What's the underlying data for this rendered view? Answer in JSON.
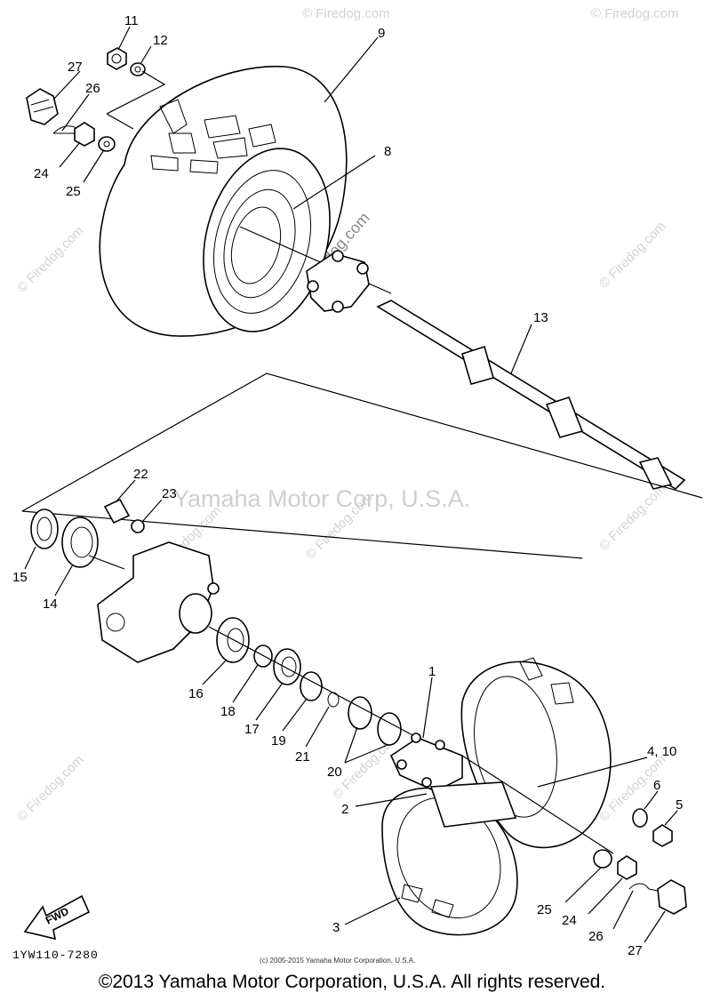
{
  "watermarks": {
    "center": "Yamaha Motor Corp, U.S.A.",
    "site": "© Firedog.com",
    "site_plain": "Firedog.com"
  },
  "callouts": {
    "p11": "11",
    "p12": "12",
    "p27a": "27",
    "p26a": "26",
    "p24a": "24",
    "p25a": "25",
    "p9": "9",
    "p8": "8",
    "p13": "13",
    "p22": "22",
    "p23": "23",
    "p15": "15",
    "p14": "14",
    "p16": "16",
    "p18": "18",
    "p17": "17",
    "p19": "19",
    "p21": "21",
    "p20": "20",
    "p1": "1",
    "p4_10": "4, 10",
    "p6": "6",
    "p5": "5",
    "p2": "2",
    "p3": "3",
    "p25b": "25",
    "p24b": "24",
    "p26b": "26",
    "p27b": "27"
  },
  "fwd_label": "FWD",
  "diagram_code": "1YW110-7280",
  "small_copyright": "(c) 2005-2015 Yamaha Motor Corporation, U.S.A.",
  "copyright": "©2013 Yamaha Motor Corporation, U.S.A. All rights reserved."
}
